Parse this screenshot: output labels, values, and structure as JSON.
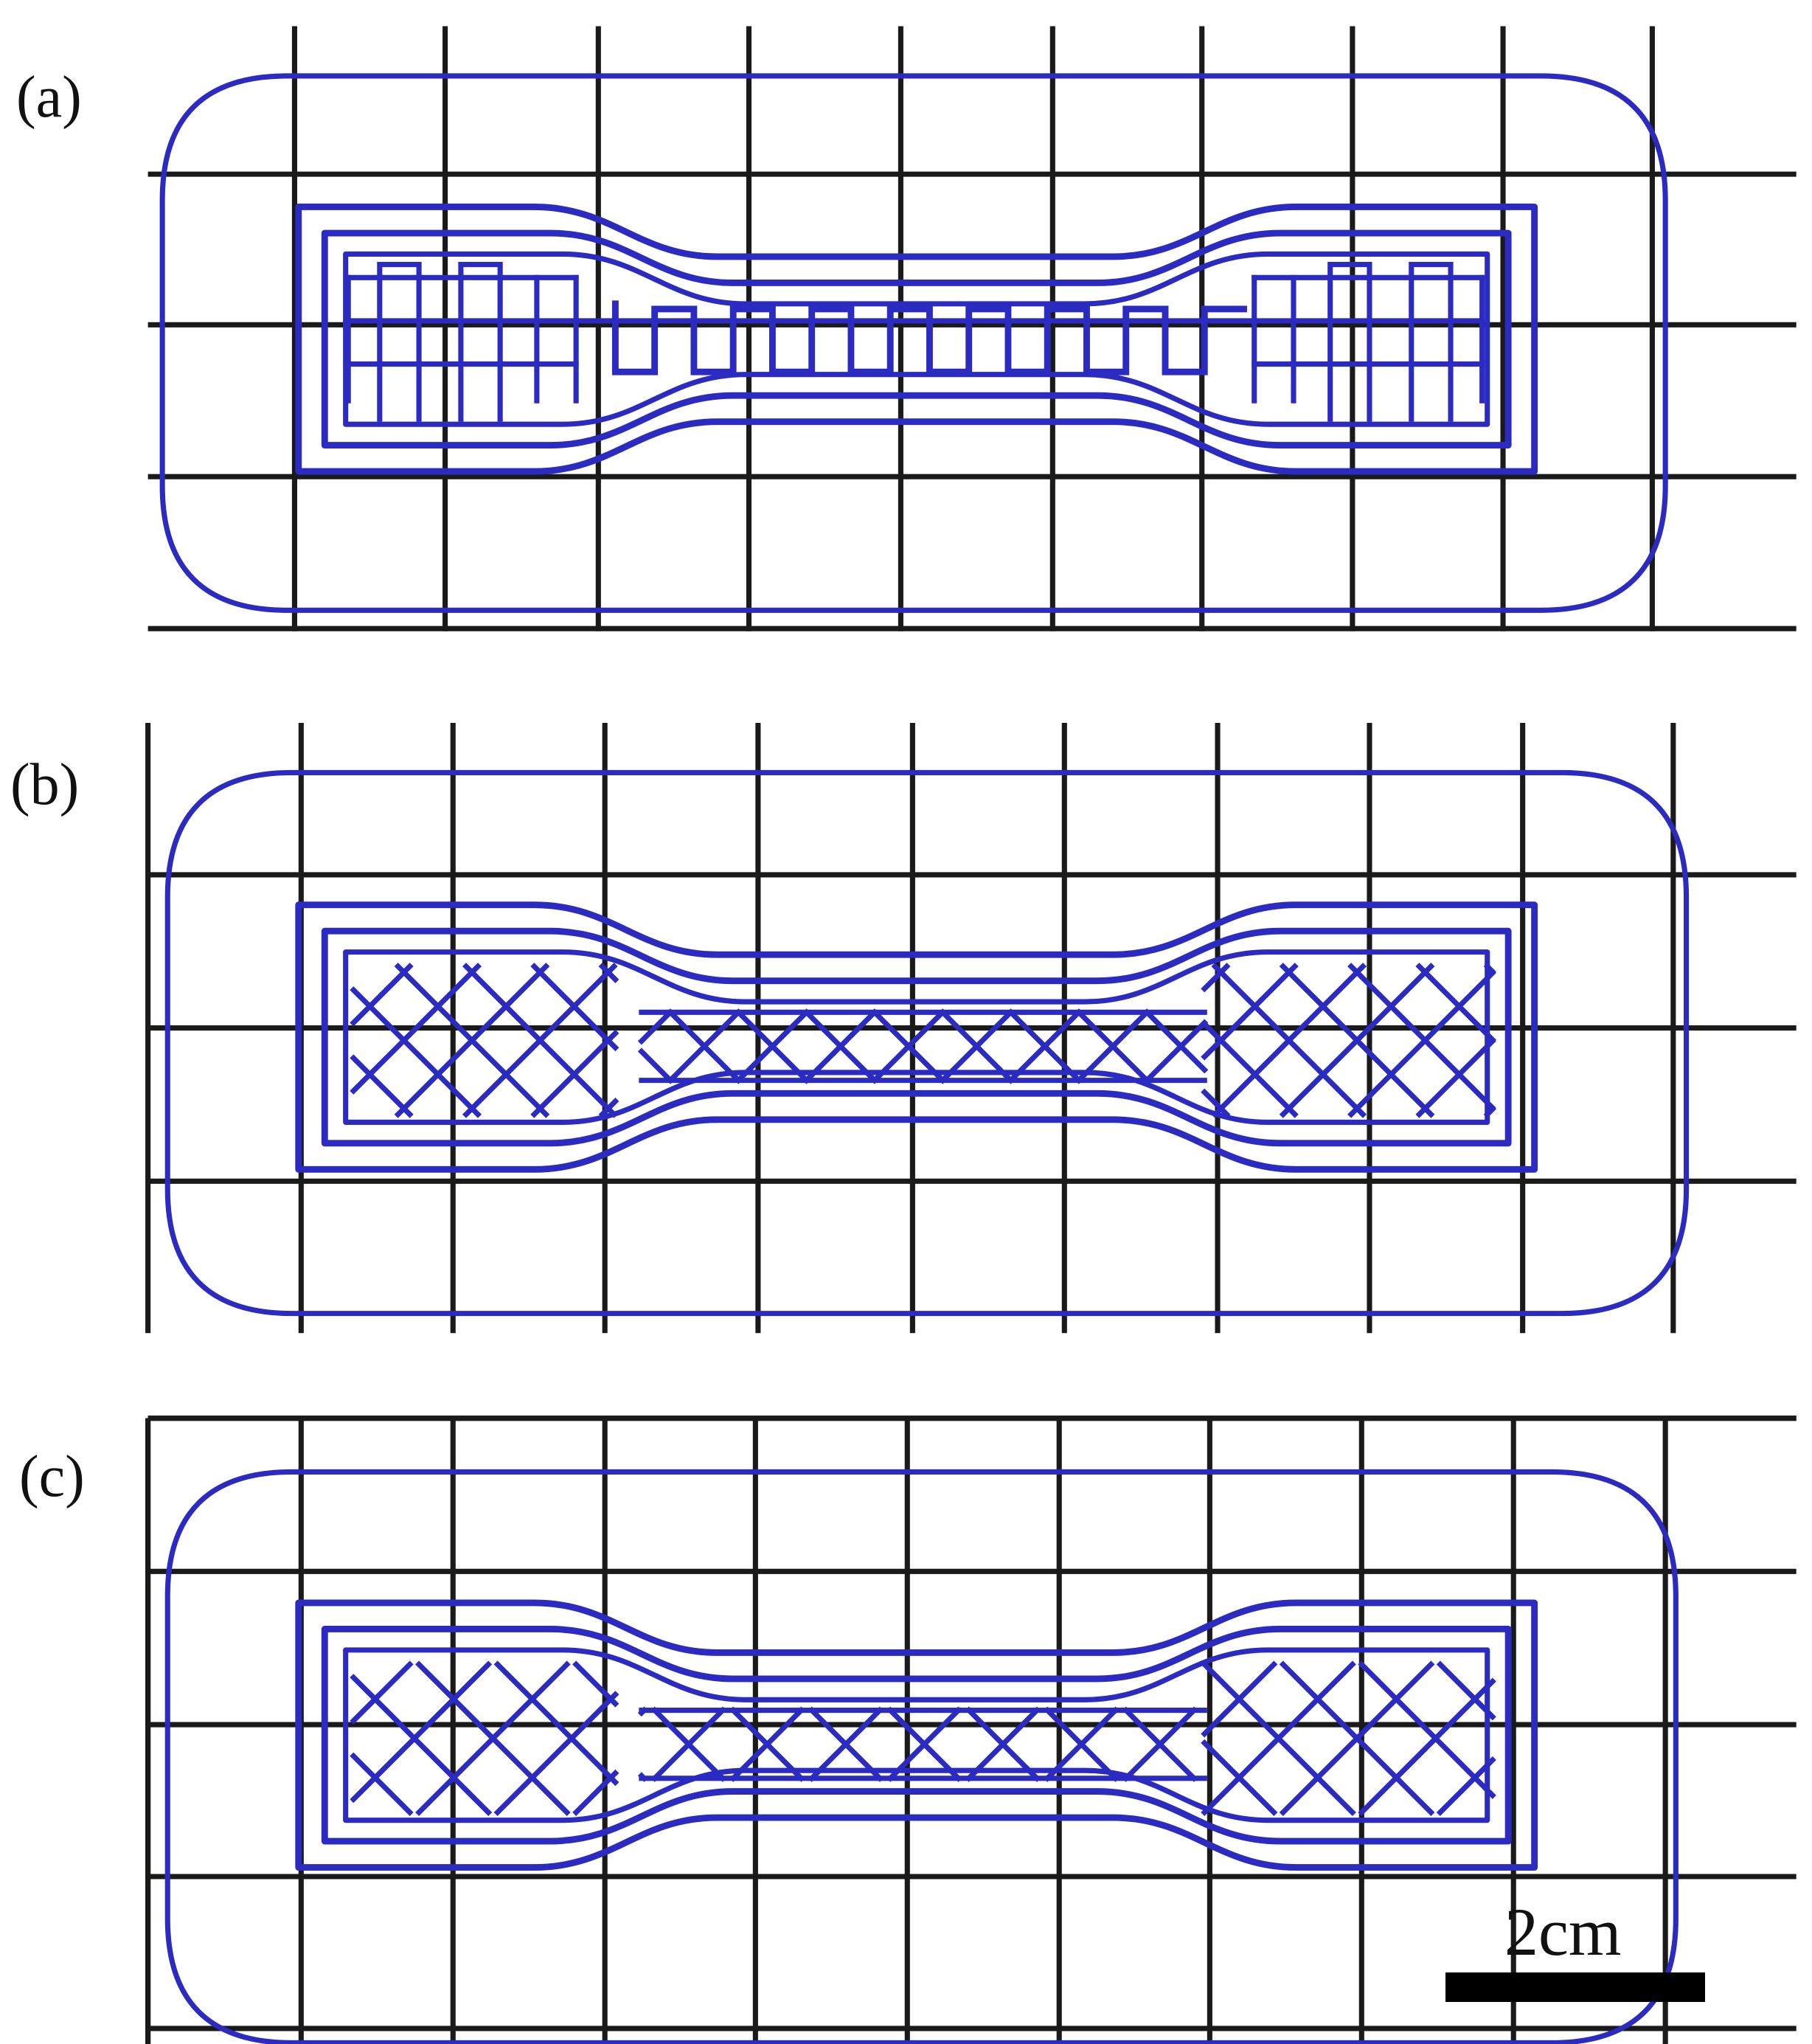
{
  "figure": {
    "colors": {
      "toolpath": "#2b2bc2",
      "grid": "#1a1a1a",
      "background": "#ffffff",
      "scale_bar": "#000000"
    },
    "panels": [
      {
        "id": "a",
        "label": "(a)",
        "infill_pattern": "rectilinear-square"
      },
      {
        "id": "b",
        "label": "(b)",
        "infill_pattern": "diagonal-crosshatch"
      },
      {
        "id": "c",
        "label": "(c)",
        "infill_pattern": "diagonal-crosshatch-sparse"
      }
    ],
    "scale_bar": {
      "label": "2cm"
    }
  }
}
